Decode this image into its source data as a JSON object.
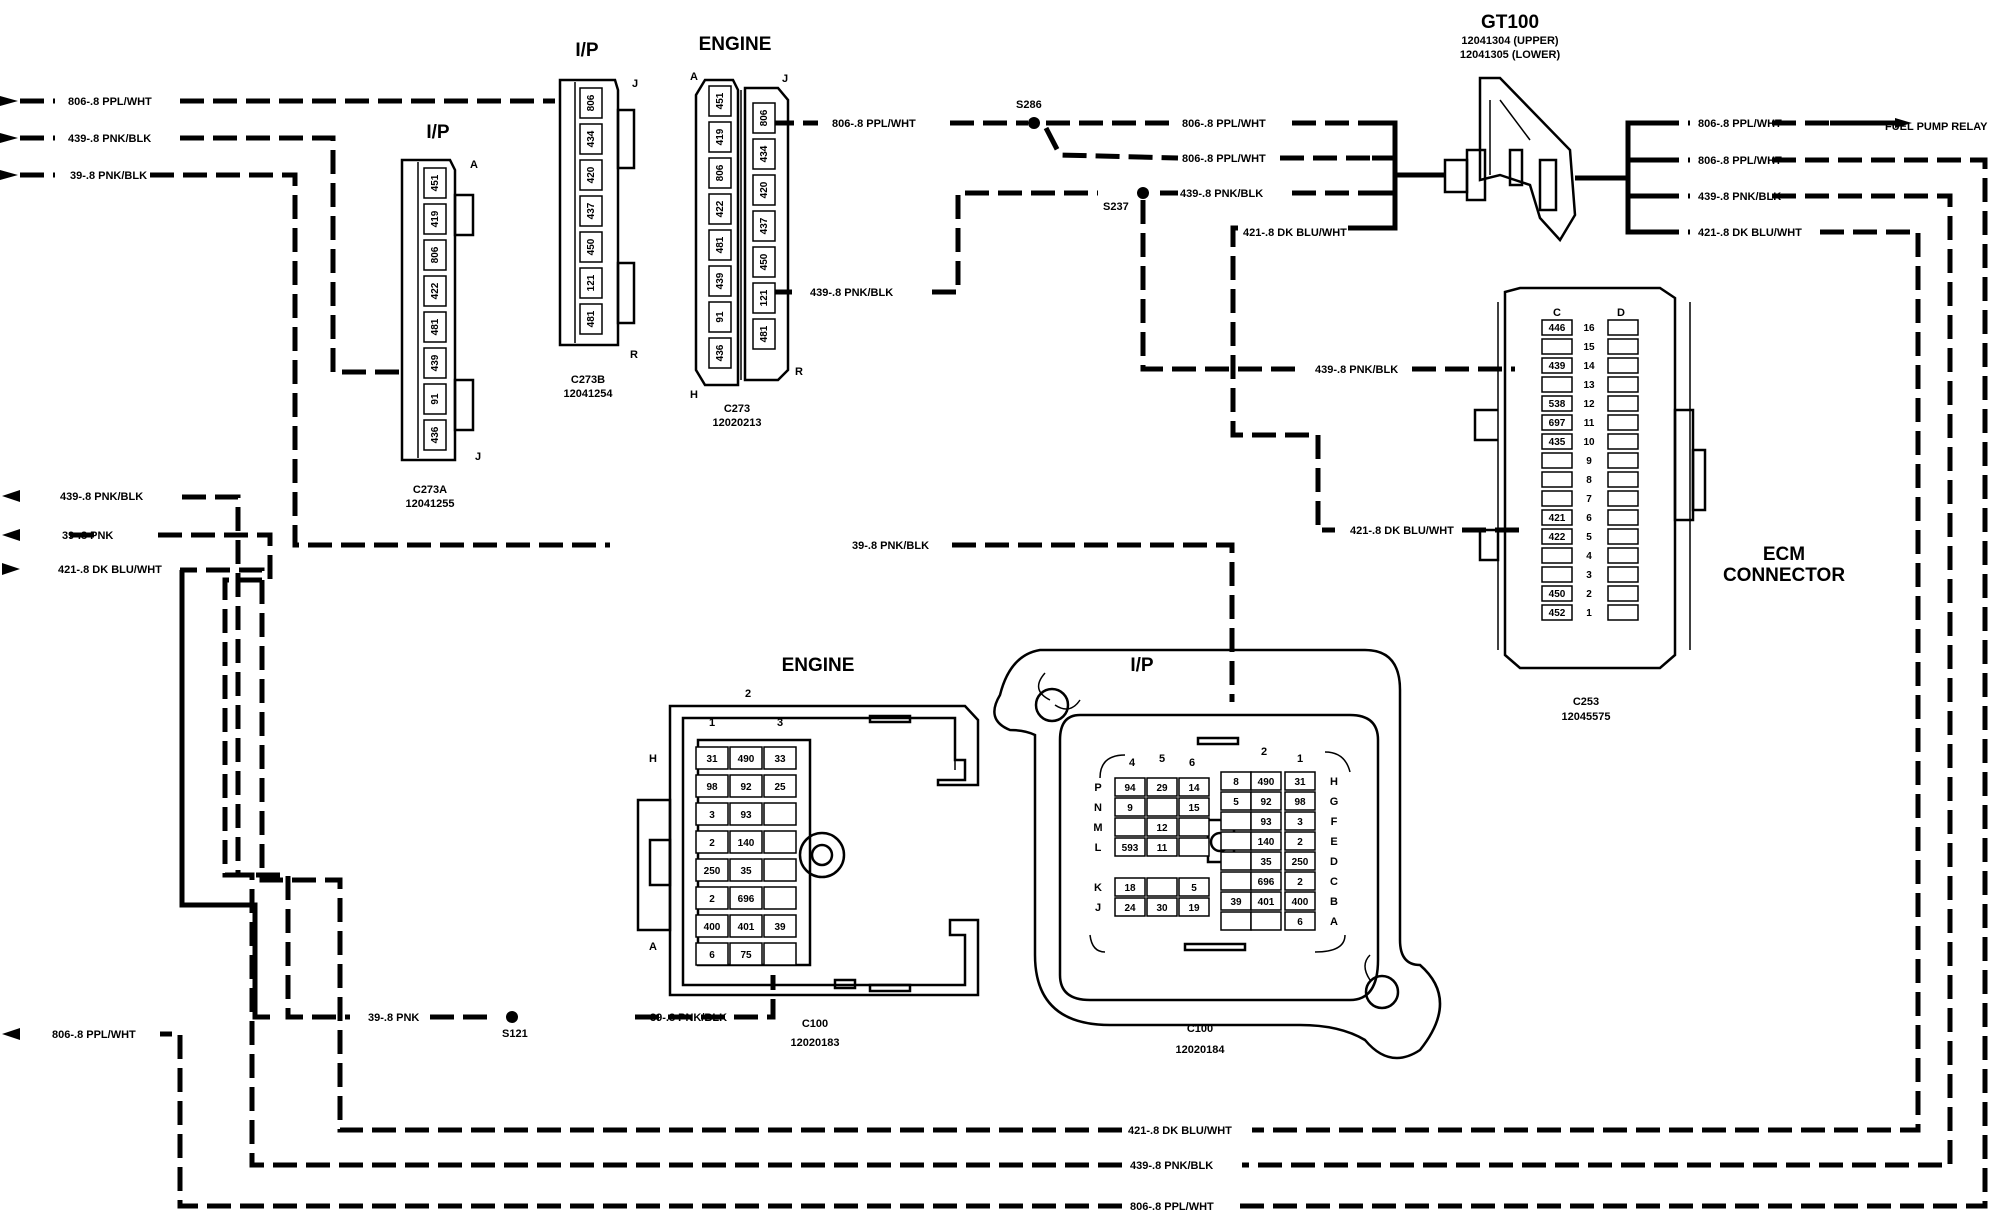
{
  "wire_labels": {
    "w806_left": "806-.8 PPL/WHT",
    "w439_left": "439-.8 PNK/BLK",
    "w39_left": "39-.8 PNK/BLK",
    "w806_c273": "806-.8 PPL/WHT",
    "s286_upper": "806-.8 PPL/WHT",
    "s286_lower": "806-.8 PPL/WHT",
    "s237_label": "439-.8 PNK/BLK",
    "w421_gt": "421-.8 DK BLU/WHT",
    "w439_c273": "439-.8 PNK/BLK",
    "w439_ecm": "439-.8 PNK/BLK",
    "w421_ecm": "421-.8 DK BLU/WHT",
    "w39_mid": "39-.8 PNK/BLK",
    "gt_out_806a": "806-.8 PPL/WHT",
    "fuel_pump_relay": "FUEL PUMP RELAY",
    "gt_out_806b": "806-.8 PPL/WHT",
    "gt_out_439": "439-.8 PNK/BLK",
    "gt_out_421": "421-.8 DK BLU/WHT",
    "left_439": "439-.8 PNK/BLK",
    "left_39": "39-.8 PNK",
    "left_421": "421-.8 DK BLU/WHT",
    "left_806": "806-.8 PPL/WHT",
    "s121_left": "39-.8 PNK",
    "s121_right": "39-.8 PNK/BLK",
    "bottom_421": "421-.8 DK BLU/WHT",
    "bottom_439": "439-.8 PNK/BLK",
    "bottom_806": "806-.8 PPL/WHT"
  },
  "splices": {
    "s286": "S286",
    "s237": "S237",
    "s121": "S121"
  },
  "gt100": {
    "title": "GT100",
    "upper": "12041304 (UPPER)",
    "lower": "12041305 (LOWER)"
  },
  "c273a": {
    "heading": "I/P",
    "id": "C273A",
    "part": "12041255",
    "end_a": "A",
    "end_j": "J",
    "pins": [
      "451",
      "419",
      "806",
      "422",
      "481",
      "439",
      "91",
      "436"
    ]
  },
  "c273b": {
    "heading": "I/P",
    "id": "C273B",
    "part": "12041254",
    "end_j": "J",
    "end_r": "R",
    "pins": [
      "806",
      "434",
      "420",
      "437",
      "450",
      "121",
      "481"
    ]
  },
  "c273": {
    "heading": "ENGINE",
    "id": "C273",
    "part": "12020213",
    "end_a": "A",
    "end_j": "J",
    "end_h": "H",
    "end_r": "R",
    "pins_left": [
      "451",
      "419",
      "806",
      "422",
      "481",
      "439",
      "91",
      "436"
    ],
    "pins_right": [
      "806",
      "434",
      "420",
      "437",
      "450",
      "121",
      "481"
    ]
  },
  "ecm": {
    "title_line1": "ECM",
    "title_line2": "CONNECTOR",
    "id": "C253",
    "part": "12045575",
    "col_c": "C",
    "col_d": "D",
    "rows": [
      {
        "num": "16",
        "c": "446"
      },
      {
        "num": "15",
        "c": ""
      },
      {
        "num": "14",
        "c": "439"
      },
      {
        "num": "13",
        "c": ""
      },
      {
        "num": "12",
        "c": "538"
      },
      {
        "num": "11",
        "c": "697"
      },
      {
        "num": "10",
        "c": "435"
      },
      {
        "num": "9",
        "c": ""
      },
      {
        "num": "8",
        "c": ""
      },
      {
        "num": "7",
        "c": ""
      },
      {
        "num": "6",
        "c": "421"
      },
      {
        "num": "5",
        "c": "422"
      },
      {
        "num": "4",
        "c": ""
      },
      {
        "num": "3",
        "c": ""
      },
      {
        "num": "2",
        "c": "450"
      },
      {
        "num": "1",
        "c": "452"
      }
    ]
  },
  "c100_engine": {
    "heading": "ENGINE",
    "id": "C100",
    "part": "12020183",
    "top_num": "2",
    "col1": "1",
    "col3": "3",
    "row_h": "H",
    "row_a": "A",
    "rows": [
      [
        "31",
        "490",
        "33"
      ],
      [
        "98",
        "92",
        "25"
      ],
      [
        "3",
        "93",
        ""
      ],
      [
        "2",
        "140",
        ""
      ],
      [
        "250",
        "35",
        ""
      ],
      [
        "2",
        "696",
        ""
      ],
      [
        "400",
        "401",
        "39"
      ],
      [
        "6",
        "75",
        ""
      ]
    ]
  },
  "c100_ip": {
    "heading": "I/P",
    "id": "C100",
    "part": "12020184",
    "col_nums": [
      "4",
      "5",
      "6",
      "2",
      "1"
    ],
    "right_rows": [
      "H",
      "G",
      "F",
      "E",
      "D",
      "C",
      "B",
      "A"
    ],
    "left_rows": [
      "P",
      "N",
      "M",
      "L",
      "K",
      "J"
    ],
    "block_pins": [
      [
        "94",
        "29",
        "14"
      ],
      [
        "9",
        "",
        "15"
      ],
      [
        "",
        "12",
        ""
      ],
      [
        "593",
        "11",
        ""
      ],
      [
        "18",
        "",
        "5"
      ],
      [
        "24",
        "30",
        "19"
      ]
    ],
    "right_pins": [
      [
        "8",
        "490",
        "31"
      ],
      [
        "5",
        "92",
        "98"
      ],
      [
        "",
        "93",
        "3"
      ],
      [
        "",
        "140",
        "2"
      ],
      [
        "",
        "35",
        "250"
      ],
      [
        "",
        "696",
        "2"
      ],
      [
        "39",
        "401",
        "400"
      ],
      [
        "",
        "",
        "6"
      ]
    ]
  }
}
